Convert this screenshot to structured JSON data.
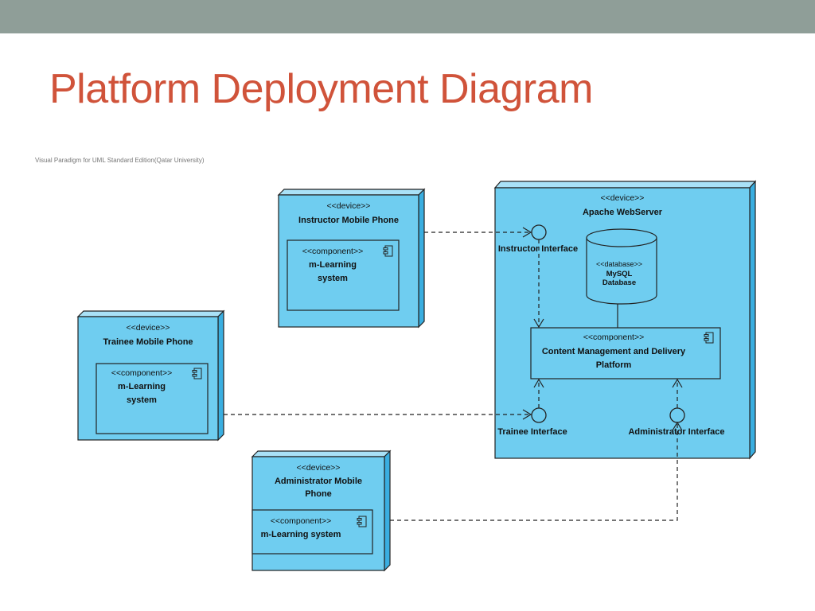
{
  "slide": {
    "title": "Platform Deployment Diagram",
    "watermark": "Visual Paradigm for UML Standard Edition(Qatar University)"
  },
  "colors": {
    "top_bar": "#8f9e98",
    "title": "#d0533a",
    "node_fill": "#6fcdf0"
  },
  "nodes": {
    "instructor": {
      "stereotype": "<<device>>",
      "name": "Instructor Mobile Phone",
      "component": {
        "stereotype": "<<component>>",
        "name_line1": "m-Learning",
        "name_line2": "system"
      }
    },
    "trainee": {
      "stereotype": "<<device>>",
      "name": "Trainee Mobile Phone",
      "component": {
        "stereotype": "<<component>>",
        "name_line1": "m-Learning",
        "name_line2": "system"
      }
    },
    "administrator": {
      "stereotype": "<<device>>",
      "name_line1": "Administrator Mobile",
      "name_line2": "Phone",
      "component": {
        "stereotype": "<<component>>",
        "name": "m-Learning system"
      }
    },
    "server": {
      "stereotype": "<<device>>",
      "name": "Apache WebServer",
      "database": {
        "stereotype": "<<database>>",
        "name_line1": "MySQL",
        "name_line2": "Database"
      },
      "component": {
        "stereotype": "<<component>>",
        "name_line1": "Content Management and Delivery",
        "name_line2": "Platform"
      }
    }
  },
  "interfaces": {
    "instructor": "Instructor Interface",
    "trainee": "Trainee Interface",
    "administrator": "Administrator Interface"
  }
}
